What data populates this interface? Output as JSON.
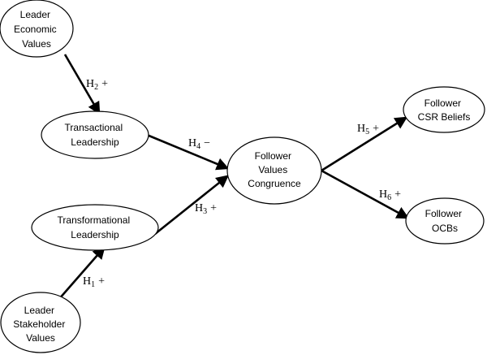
{
  "nodes": {
    "leader_economic_values": {
      "lines": [
        "Leader",
        "Economic",
        "Values"
      ]
    },
    "transactional_leadership": {
      "lines": [
        "Transactional",
        "Leadership"
      ]
    },
    "transformational_leadership": {
      "lines": [
        "Transformational",
        "Leadership"
      ]
    },
    "leader_stakeholder_values": {
      "lines": [
        "Leader",
        "Stakeholder",
        "Values"
      ]
    },
    "follower_values_congruence": {
      "lines": [
        "Follower",
        "Values",
        "Congruence"
      ]
    },
    "follower_csr_beliefs": {
      "lines": [
        "Follower",
        "CSR Beliefs"
      ]
    },
    "follower_ocbs": {
      "lines": [
        "Follower",
        "OCBs"
      ]
    }
  },
  "hypotheses": {
    "h1": {
      "letter": "H",
      "sub": "1",
      "sign": "+"
    },
    "h2": {
      "letter": "H",
      "sub": "2",
      "sign": "+"
    },
    "h3": {
      "letter": "H",
      "sub": "3",
      "sign": "+"
    },
    "h4": {
      "letter": "H",
      "sub": "4",
      "sign": "−"
    },
    "h5": {
      "letter": "H",
      "sub": "5",
      "sign": "+"
    },
    "h6": {
      "letter": "H",
      "sub": "6",
      "sign": "+"
    }
  },
  "colors": {
    "stroke": "#000000",
    "fill": "#ffffff"
  }
}
